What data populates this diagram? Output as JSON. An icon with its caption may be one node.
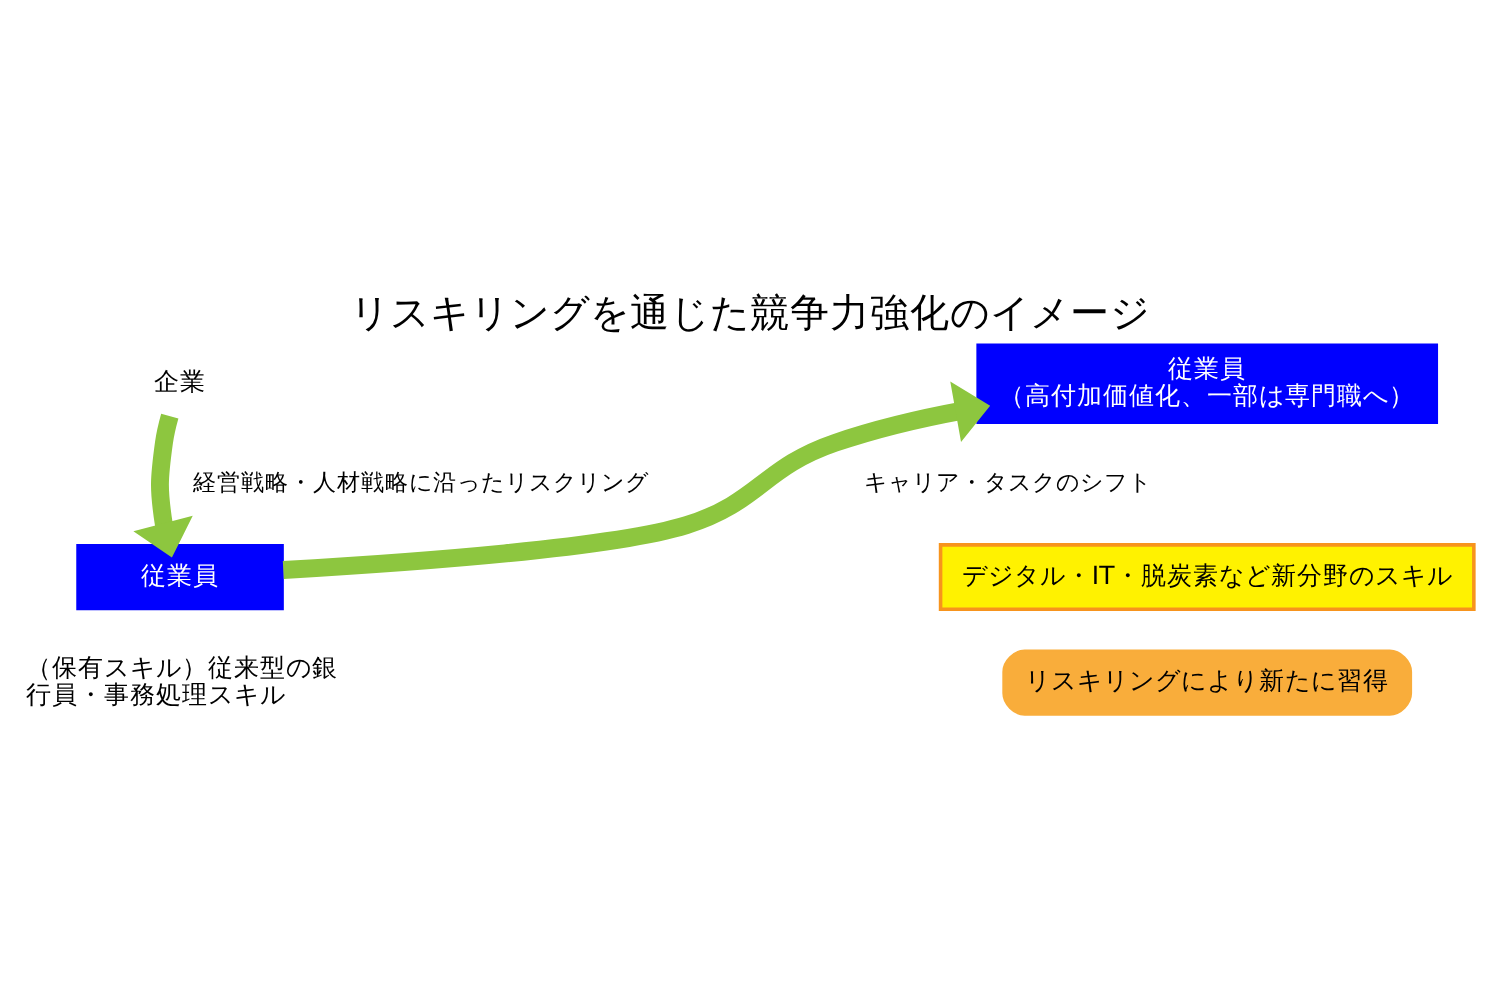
{
  "diagram": {
    "title": "リスキリングを通じた競争力強化のイメージ",
    "nodes": [
      {
        "text": [
          "企業"
        ]
      },
      {
        "text": [
          "従業員"
        ],
        "beside": [
          "（保有スキル）従来型の銀行員・事務処理スキル"
        ]
      },
      {
        "text": [
          "従業員",
          "（高付加価値化、一部は専門職へ）"
        ]
      },
      {
        "text": [
          "デジタル・IT・脱炭素など新分野のスキル"
        ]
      },
      {
        "text": [
          "リスキリングにより新たに習得"
        ]
      }
    ],
    "edges": [
      {
        "from": 0,
        "to": 1,
        "arrow": "to",
        "label": "経営戦略・人材戦略に沿ったリスクリング"
      },
      {
        "from": 1,
        "to": 2,
        "arrow": "to",
        "label": "キャリア・タスクのシフト"
      }
    ]
  }
}
